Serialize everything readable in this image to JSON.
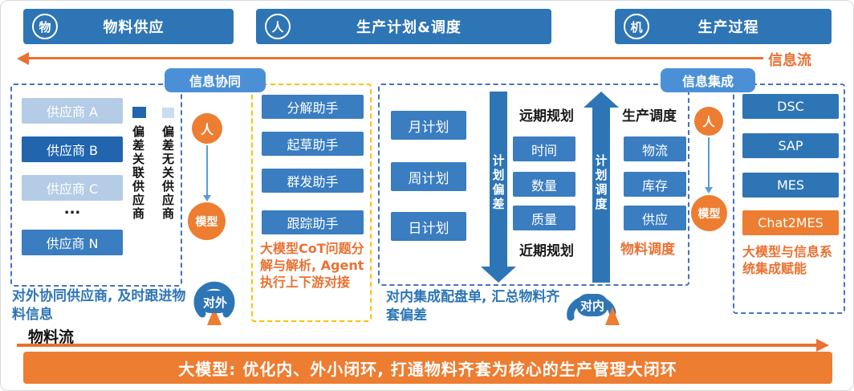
{
  "headers": [
    {
      "icon": "物",
      "label": "物料供应"
    },
    {
      "icon": "人",
      "label": "生产计划&调度"
    },
    {
      "icon": "机",
      "label": "生产过程"
    }
  ],
  "flows": {
    "info": "信息流",
    "material": "物料流"
  },
  "badges": {
    "collab": "信息协同",
    "integration": "信息集成"
  },
  "suppliers": {
    "items": [
      {
        "label": "供应商 A"
      },
      {
        "label": "供应商 B"
      },
      {
        "label": "供应商 C"
      },
      {
        "label": "..."
      },
      {
        "label": "供应商 N"
      }
    ],
    "legend": [
      {
        "label": "偏差关联供应商"
      },
      {
        "label": "偏差无关供应商"
      }
    ]
  },
  "left_human_model": {
    "human": "人",
    "model": "模型"
  },
  "assistants": {
    "items": [
      "分解助手",
      "起草助手",
      "群发助手",
      "跟踪助手"
    ],
    "note": "大模型CoT问题分解与解析, Agent执行上下游对接"
  },
  "planning": {
    "plans": [
      "月计划",
      "周计划",
      "日计划"
    ],
    "deviation_arrow": "计划偏差",
    "long_term": "远期规划",
    "factors": [
      "时间",
      "数量",
      "质量"
    ],
    "near_term": "近期规划",
    "schedule_arrow": "计划调度",
    "production_schedule": "生产调度",
    "resources": [
      "物流",
      "库存",
      "供应"
    ],
    "material_schedule": "物料调度"
  },
  "right_human_model": {
    "human": "人",
    "model": "模型"
  },
  "systems": {
    "items": [
      "DSC",
      "SAP",
      "MES",
      "Chat2MES"
    ],
    "note": "大模型与信息系统集成赋能"
  },
  "bottom": {
    "external_note": "对外协同供应商, 及时跟进物料信息",
    "external_label": "对外",
    "internal_note": "对内集成配盘单, 汇总物料齐套偏差",
    "internal_label": "对内",
    "banner": "大模型: 优化内、外小闭环, 打通物料齐套为核心的生产管理大闭环"
  }
}
